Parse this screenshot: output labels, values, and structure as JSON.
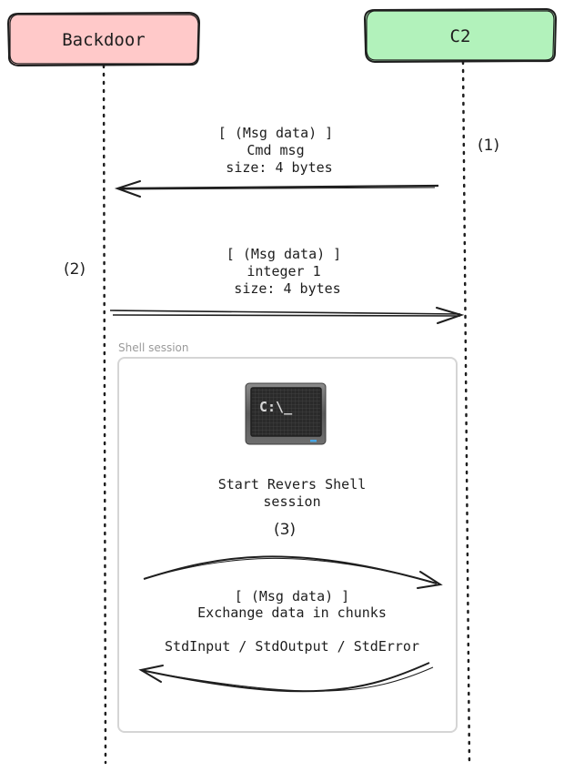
{
  "participants": [
    {
      "id": "backdoor",
      "label": "Backdoor",
      "fill": "#ffc9c9"
    },
    {
      "id": "c2",
      "label": "C2",
      "fill": "#b2f2bb"
    }
  ],
  "messages": [
    {
      "step": "(1)",
      "direction": "C2 -> Backdoor",
      "lines": [
        "[ (Msg data) ]",
        "Cmd msg",
        "size: 4  bytes"
      ]
    },
    {
      "step": "(2)",
      "direction": "Backdoor -> C2",
      "lines": [
        "[ (Msg data) ]",
        "integer 1",
        "size: 4  bytes"
      ]
    }
  ],
  "shell_session": {
    "group_label": "Shell session",
    "icon": "terminal-icon",
    "title_lines": [
      "Start Revers Shell",
      "session"
    ],
    "step": "(3)",
    "exchange_lines": [
      "[ (Msg data) ]",
      "Exchange data in chunks"
    ],
    "streams": "StdInput / StdOutput / StdError"
  },
  "colors": {
    "stroke": "#1e1e1e",
    "group_border": "#d5d5d5",
    "group_label": "#9a9a9a"
  }
}
